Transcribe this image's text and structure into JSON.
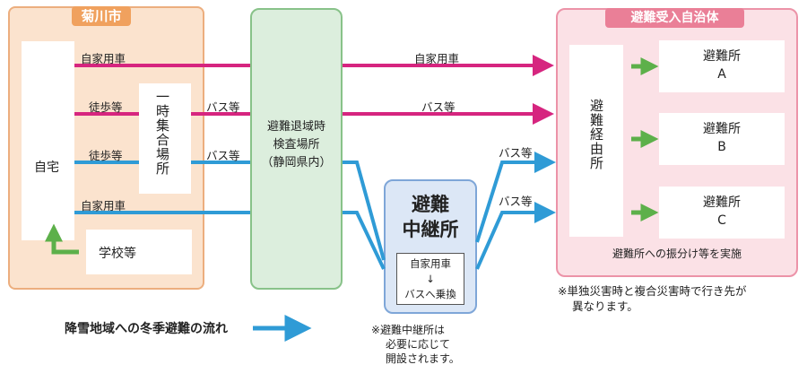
{
  "kikugawa": {
    "title": "菊川市",
    "home": "自宅",
    "temp_site": "一時集合場所",
    "school": "学校等",
    "route_labels": {
      "car_top": "自家用車",
      "walk_1": "徒歩等",
      "walk_2": "徒歩等",
      "car_bottom": "自家用車",
      "bus_1": "バス等",
      "bus_2": "バス等"
    }
  },
  "inspection": {
    "lines": [
      "避難退域時",
      "検査場所",
      "（静岡県内）"
    ]
  },
  "relay": {
    "title_line1": "避難",
    "title_line2": "中継所",
    "inner_line1": "自家用車",
    "inner_arrow": "↓",
    "inner_line2": "バスへ乗換",
    "note_lines": [
      "※避難中継所は",
      "必要に応じて",
      "開設されます。"
    ]
  },
  "routes": {
    "car_to_dest": "自家用車",
    "bus_to_dest": "バス等",
    "relay_bus_1": "バス等",
    "relay_bus_2": "バス等"
  },
  "destination": {
    "title": "避難受入自治体",
    "hub": "避難経由所",
    "shelters": [
      {
        "line1": "避難所",
        "line2": "A"
      },
      {
        "line1": "避難所",
        "line2": "B"
      },
      {
        "line1": "避難所",
        "line2": "C"
      }
    ],
    "caption": "避難所への振分け等を実施",
    "note_lines": [
      "※単独災害時と複合災害時で行き先が",
      "異なります。"
    ]
  },
  "legend": {
    "label": "降雪地域への冬季避難の流れ"
  },
  "colors": {
    "magenta": "#d6257f",
    "blue": "#2f9bd6",
    "green": "#5db04a"
  }
}
